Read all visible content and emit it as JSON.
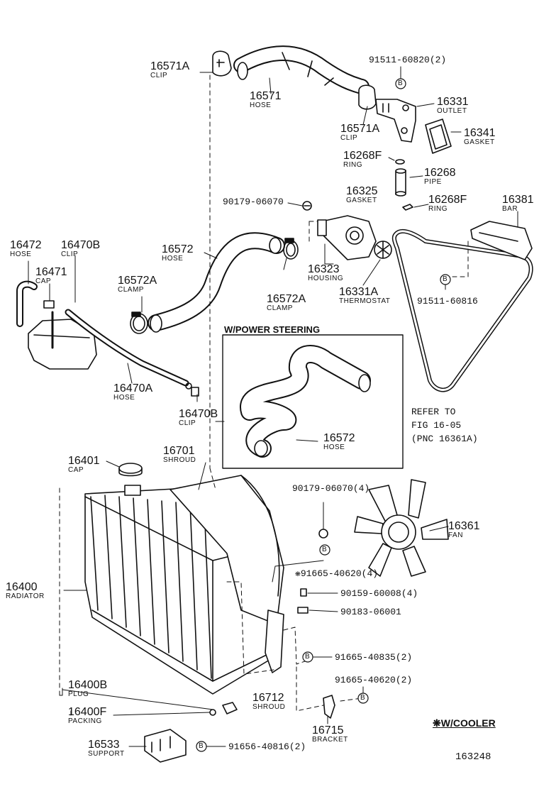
{
  "parts": [
    {
      "key": "p01",
      "number": "16571A",
      "name": "CLIP"
    },
    {
      "key": "p02",
      "number": "16571",
      "name": "HOSE"
    },
    {
      "key": "p03",
      "number": "91511-60820(2)",
      "name": ""
    },
    {
      "key": "p04",
      "number": "16331",
      "name": "OUTLET"
    },
    {
      "key": "p05",
      "number": "16571A",
      "name": "CLIP"
    },
    {
      "key": "p06",
      "number": "16341",
      "name": "GASKET"
    },
    {
      "key": "p07",
      "number": "16268F",
      "name": "RING"
    },
    {
      "key": "p08",
      "number": "16268",
      "name": "PIPE"
    },
    {
      "key": "p09",
      "number": "90179-06070",
      "name": ""
    },
    {
      "key": "p10",
      "number": "16325",
      "name": "GASKET"
    },
    {
      "key": "p11",
      "number": "16268F",
      "name": "RING"
    },
    {
      "key": "p12",
      "number": "16381",
      "name": "BAR"
    },
    {
      "key": "p13",
      "number": "16472",
      "name": "HOSE"
    },
    {
      "key": "p14",
      "number": "16470B",
      "name": "CLIP"
    },
    {
      "key": "p15",
      "number": "16471",
      "name": "CAP"
    },
    {
      "key": "p16",
      "number": "16572",
      "name": "HOSE"
    },
    {
      "key": "p17",
      "number": "16572A",
      "name": "CLAMP"
    },
    {
      "key": "p18",
      "number": "16323",
      "name": "HOUSING"
    },
    {
      "key": "p19",
      "number": "16572A",
      "name": "CLAMP"
    },
    {
      "key": "p20",
      "number": "16331A",
      "name": "THERMOSTAT"
    },
    {
      "key": "p21",
      "number": "91511-60816",
      "name": ""
    },
    {
      "key": "p22",
      "number": "16470A",
      "name": "HOSE"
    },
    {
      "key": "p23",
      "number": "16470B",
      "name": "CLIP"
    },
    {
      "key": "p24",
      "number": "16572",
      "name": "HOSE"
    },
    {
      "key": "p25",
      "number": "16401",
      "name": "CAP"
    },
    {
      "key": "p26",
      "number": "16701",
      "name": "SHROUD"
    },
    {
      "key": "p27",
      "number": "90179-06070(4)",
      "name": ""
    },
    {
      "key": "p28",
      "number": "16361",
      "name": "FAN"
    },
    {
      "key": "p29",
      "number": "91665-40620(4)",
      "name": ""
    },
    {
      "key": "p30",
      "number": "16400",
      "name": "RADIATOR"
    },
    {
      "key": "p31",
      "number": "90159-60008(4)",
      "name": ""
    },
    {
      "key": "p32",
      "number": "90183-06001",
      "name": ""
    },
    {
      "key": "p33",
      "number": "91665-40835(2)",
      "name": ""
    },
    {
      "key": "p34",
      "number": "91665-40620(2)",
      "name": ""
    },
    {
      "key": "p35",
      "number": "16400B",
      "name": "PLUG"
    },
    {
      "key": "p36",
      "number": "16712",
      "name": "SHROUD"
    },
    {
      "key": "p37",
      "number": "16400F",
      "name": "PACKING"
    },
    {
      "key": "p38",
      "number": "16715",
      "name": "BRACKET"
    },
    {
      "key": "p39",
      "number": "16533",
      "name": "SUPPORT"
    },
    {
      "key": "p40",
      "number": "91656-40816(2)",
      "name": ""
    }
  ],
  "frame_title": "W/POWER STEERING",
  "refer_note": {
    "line1": "REFER TO",
    "line2": "FIG 16-05",
    "line3": "(PNC 16361A)"
  },
  "cooler_note": "W/COOLER",
  "cooler_mark": "❋",
  "figure_code": "163248",
  "bolt_letter": "B"
}
